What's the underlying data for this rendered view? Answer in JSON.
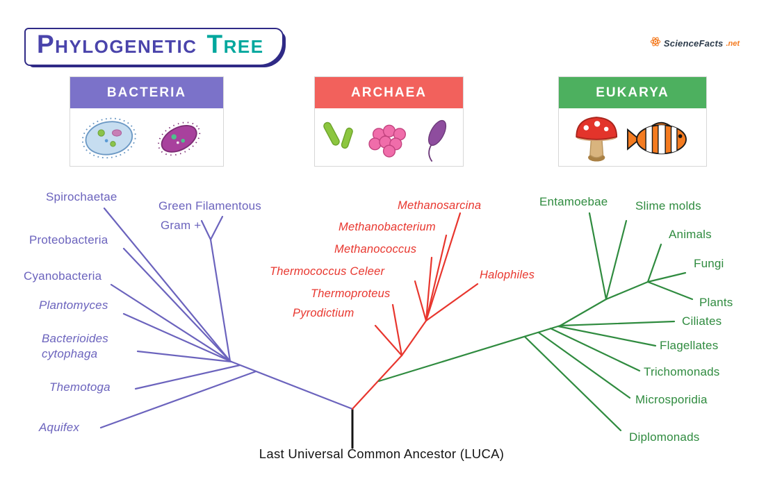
{
  "title": {
    "word1": "Phylogenetic",
    "word2": "Tree"
  },
  "logo": {
    "name": "ScienceFacts",
    "tld": ".net"
  },
  "domains": {
    "bacteria": {
      "label": "BACTERIA"
    },
    "archaea": {
      "label": "ARCHAEA"
    },
    "eukarya": {
      "label": "EUKARYA"
    }
  },
  "tree": {
    "root_label": "Last Universal Common Ancestor (LUCA)",
    "bacteria": [
      "Spirochaetae",
      "Green Filamentous",
      "Gram +",
      "Proteobacteria",
      "Cyanobacteria",
      "Plantomyces",
      "Bacterioides cytophaga",
      "Themotoga",
      "Aquifex"
    ],
    "archaea": [
      "Methanosarcina",
      "Methanobacterium",
      "Methanococcus",
      "Thermococcus Celeer",
      "Halophiles",
      "Thermoproteus",
      "Pyrodictium"
    ],
    "eukarya": [
      "Entamoebae",
      "Slime molds",
      "Animals",
      "Fungi",
      "Plants",
      "Ciliates",
      "Flagellates",
      "Trichomonads",
      "Microsporidia",
      "Diplomonads"
    ]
  },
  "colors": {
    "header-bacteria": "#7b72c9",
    "header-archaea": "#f2615c",
    "header-eukarya": "#4db05f",
    "branch-bacteria": "#6b63bd",
    "branch-archaea": "#e8362e",
    "branch-eukarya": "#2f8b3f",
    "title-main": "#4a44ab",
    "title-accent": "#00a79d",
    "logo-accent": "#f47b20"
  }
}
